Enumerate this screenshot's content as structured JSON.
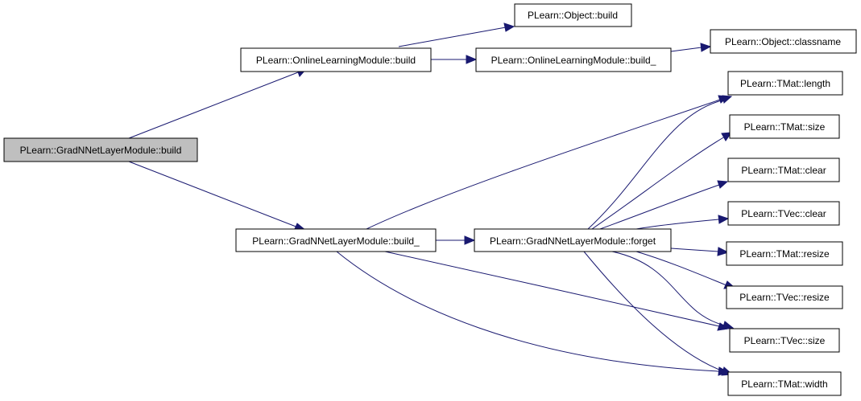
{
  "colors": {
    "edge": "#191970",
    "root_fill": "#bfbfbf",
    "node_fill": "#ffffff",
    "border": "#000000"
  },
  "nodes": {
    "root": "PLearn::GradNNetLayerModule::build",
    "olm_build": "PLearn::OnlineLearningModule::build",
    "gnl_build_": "PLearn::GradNNetLayerModule::build_",
    "obj_build": "PLearn::Object::build",
    "olm_build_": "PLearn::OnlineLearningModule::build_",
    "obj_classname": "PLearn::Object::classname",
    "gnl_forget": "PLearn::GradNNetLayerModule::forget",
    "tmat_length": "PLearn::TMat::length",
    "tmat_size": "PLearn::TMat::size",
    "tmat_clear": "PLearn::TMat::clear",
    "tvec_clear": "PLearn::TVec::clear",
    "tmat_resize": "PLearn::TMat::resize",
    "tvec_resize": "PLearn::TVec::resize",
    "tvec_size": "PLearn::TVec::size",
    "tmat_width": "PLearn::TMat::width"
  }
}
